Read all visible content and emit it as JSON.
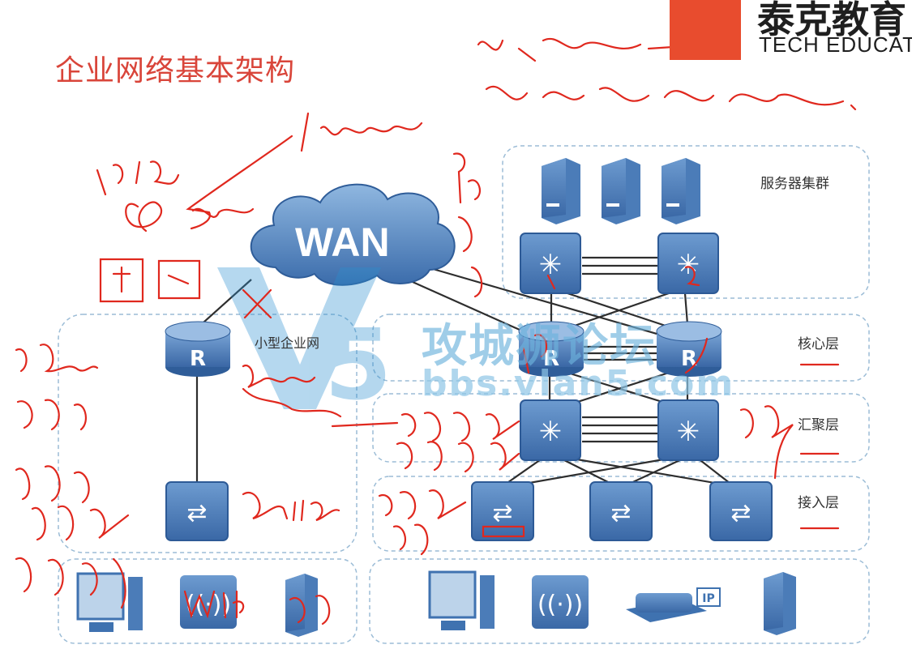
{
  "slide": {
    "title": "企业网络基本架构",
    "logo": {
      "cn": "泰克教育",
      "en": "TECH EDUCATION"
    }
  },
  "diagram": {
    "cloud_label": "WAN",
    "zones": {
      "small_enterprise": "小型企业网",
      "server_cluster": "服务器集群",
      "core_layer": "核心层",
      "aggregation_layer": "汇聚层",
      "access_layer": "接入层"
    },
    "device_icons": [
      "server-icon",
      "core-switch-icon",
      "router-icon",
      "access-switch-icon",
      "pc-icon",
      "wireless-ap-icon",
      "ip-phone-icon"
    ],
    "ip_phone_badge": "IP",
    "router_letter": "R"
  },
  "watermark": {
    "site_name": "攻城狮论坛",
    "url": "bbs.vlan5.com"
  },
  "colors": {
    "title": "#d9453a",
    "annotation": "#e0281e",
    "device_blue": "#3f72b0",
    "zone_border": "#9bbcd6",
    "logo": "#e84c2e"
  }
}
